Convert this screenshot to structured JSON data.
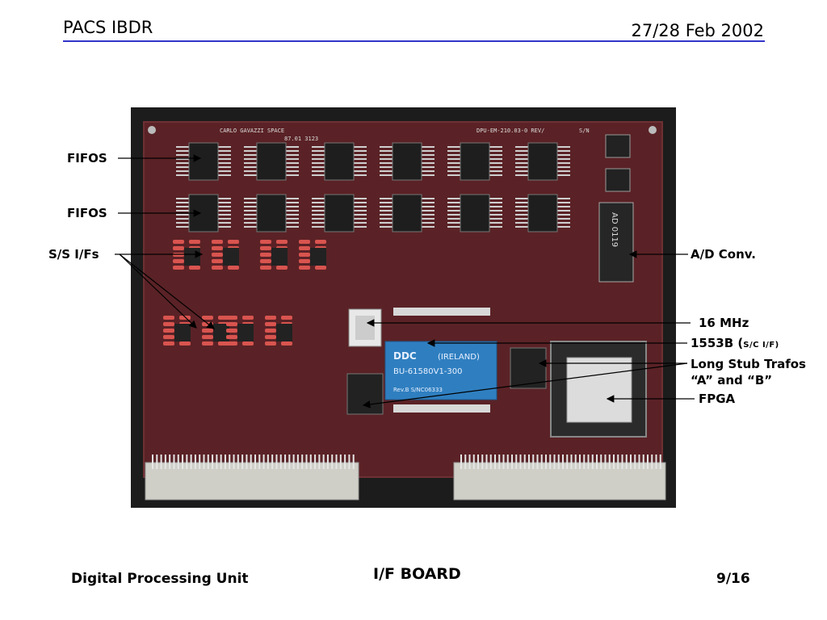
{
  "header": {
    "left": "PACS IBDR",
    "right": "27/28 Feb 2002"
  },
  "labels": {
    "fifos_1": "FIFOS",
    "fifos_2": "FIFOS",
    "ss_ifs": "S/S I/Fs",
    "ad_conv": "A/D Conv.",
    "mhz": "16 MHz",
    "b1553_main": "1553B (",
    "b1553_sub": "S/C I/F)",
    "long_stub_1": "Long Stub Trafos",
    "long_stub_2": "“A” and  “B”",
    "fpga": "FPGA"
  },
  "board_text": {
    "maker": "CARLO GAVAZZI SPACE",
    "ref": "DPU-EM-210.03-0 REV/",
    "sn": "S/N",
    "pcb_no": "87.01 3123",
    "ddc": "DDC",
    "ireland": "(IRELAND)",
    "part": "BU-61580V1-300",
    "rev": "Rev.B S/NC06333",
    "adc_label": "AD 0119"
  },
  "footer": {
    "left": "Digital Processing Unit",
    "center": "I/F BOARD",
    "right": "9/16"
  },
  "colors": {
    "header_rule": "#3333cc",
    "pcb": "#5a2226",
    "hybrid": "#2f7fc0"
  }
}
